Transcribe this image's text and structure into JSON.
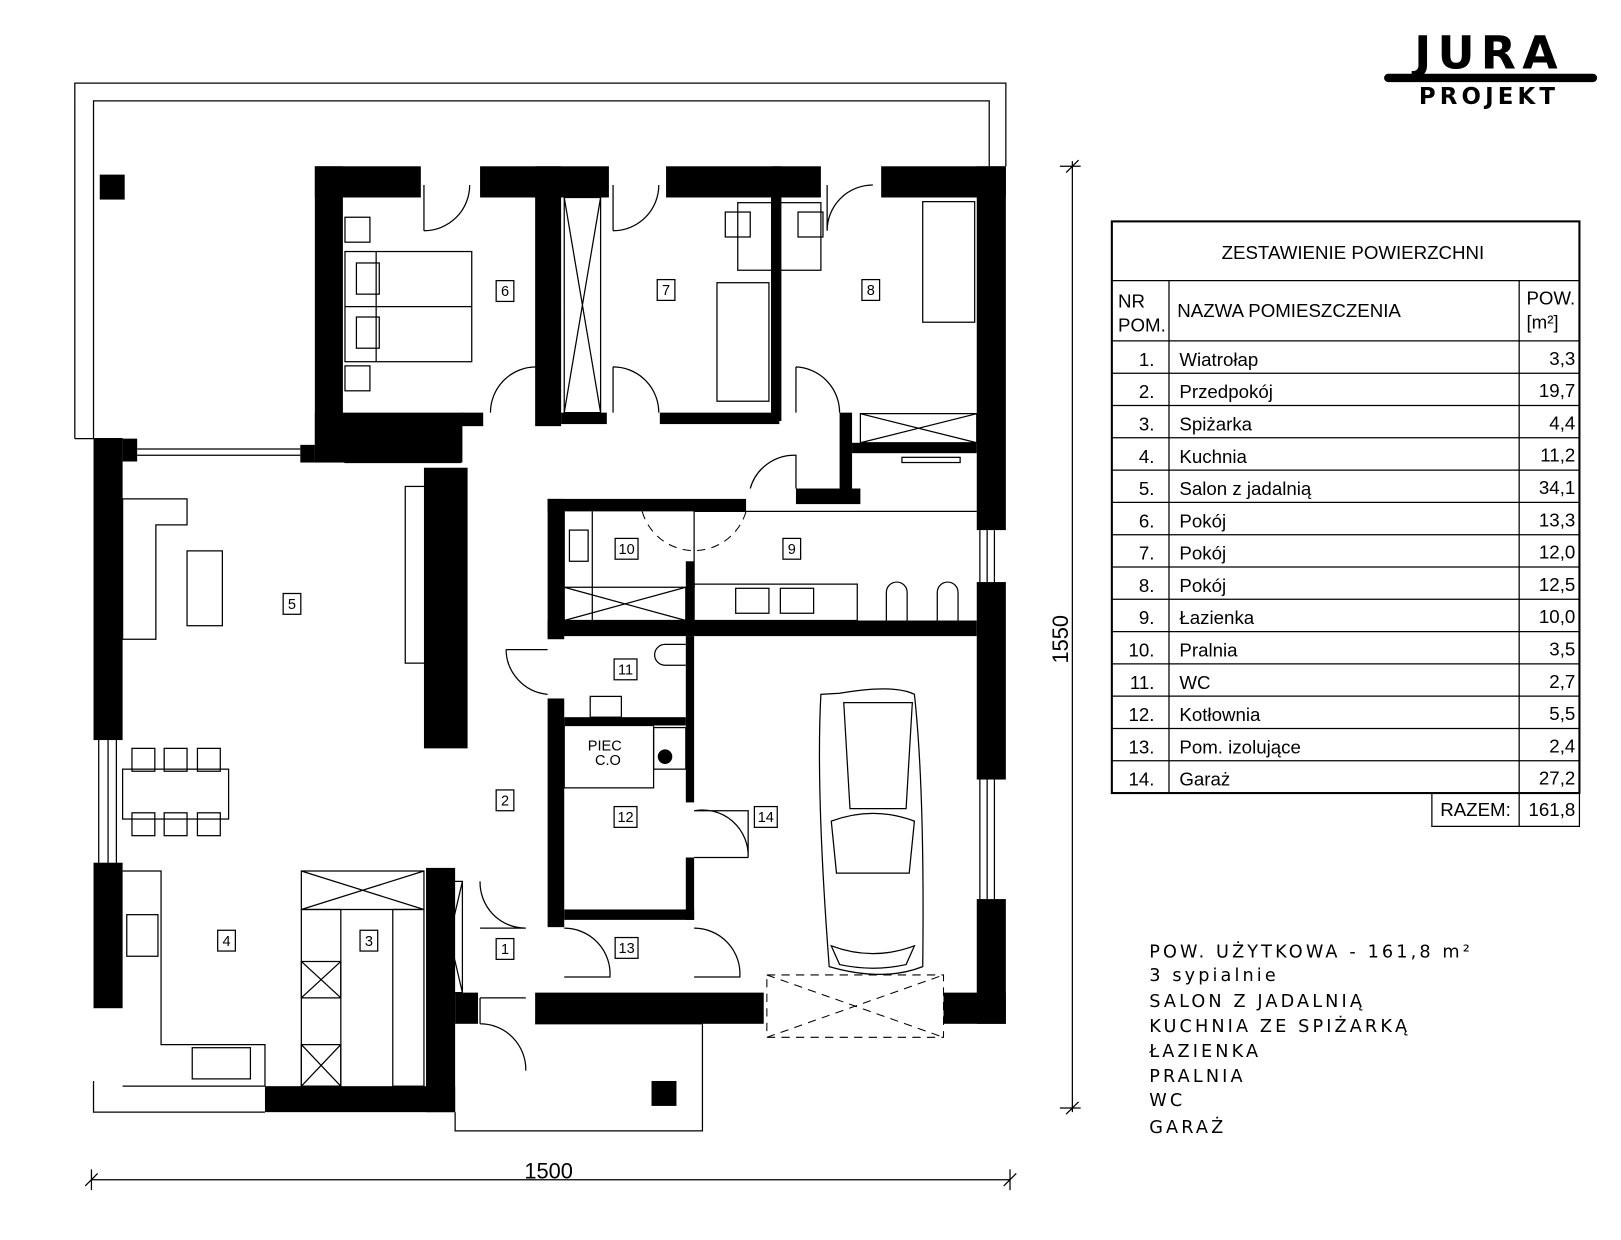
{
  "logo": {
    "top": "JURA",
    "bottom": "PROJEKT"
  },
  "dimensions": {
    "width": "1500",
    "height": "1550"
  },
  "plan_labels": {
    "rooms": [
      "1",
      "2",
      "3",
      "4",
      "5",
      "6",
      "7",
      "8",
      "9",
      "10",
      "11",
      "12",
      "13",
      "14"
    ],
    "boiler_line1": "PIEC",
    "boiler_line2": "C.O"
  },
  "table": {
    "title": "ZESTAWIENIE  POWIERZCHNI",
    "col_nr_1": "NR",
    "col_nr_2": "POM.",
    "col_name": "NAZWA POMIESZCZENIA",
    "col_area_1": "POW.",
    "col_area_2": "[m²]",
    "rows": [
      {
        "nr": "1.",
        "name": "Wiatrołap",
        "area": "3,3"
      },
      {
        "nr": "2.",
        "name": "Przedpokój",
        "area": "19,7"
      },
      {
        "nr": "3.",
        "name": "Spiżarka",
        "area": "4,4"
      },
      {
        "nr": "4.",
        "name": "Kuchnia",
        "area": "11,2"
      },
      {
        "nr": "5.",
        "name": "Salon z jadalnią",
        "area": "34,1"
      },
      {
        "nr": "6.",
        "name": "Pokój",
        "area": "13,3"
      },
      {
        "nr": "7.",
        "name": "Pokój",
        "area": "12,0"
      },
      {
        "nr": "8.",
        "name": "Pokój",
        "area": "12,5"
      },
      {
        "nr": "9.",
        "name": "Łazienka",
        "area": "10,0"
      },
      {
        "nr": "10.",
        "name": "Pralnia",
        "area": "3,5"
      },
      {
        "nr": "11.",
        "name": "WC",
        "area": "2,7"
      },
      {
        "nr": "12.",
        "name": "Kotłownia",
        "area": "5,5"
      },
      {
        "nr": "13.",
        "name": "Pom.  izolujące",
        "area": "2,4"
      },
      {
        "nr": "14.",
        "name": "Garaż",
        "area": "27,2"
      }
    ],
    "total_label": "RAZEM:",
    "total_value": "161,8"
  },
  "notes": [
    "POW. UŻYTKOWA - 161,8 m²",
    "3 sypialnie",
    "SALON Z JADALNIĄ",
    "KUCHNIA ZE SPIŻARKĄ",
    "ŁAZIENKA",
    "PRALNIA",
    "WC",
    "GARAŻ"
  ]
}
